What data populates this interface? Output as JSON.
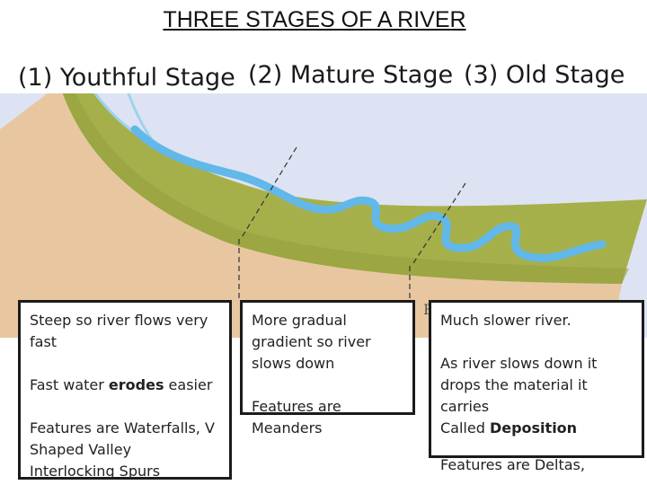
{
  "title": "THREE STAGES OF A RIVER",
  "stages": [
    {
      "label": "(1) Youthful Stage"
    },
    {
      "label": "(2) Mature Stage"
    },
    {
      "label": "(3) Old Stage"
    }
  ],
  "colors": {
    "sky": "#dde3f2",
    "land_top": "#a6b04a",
    "land_side": "#e8c7a0",
    "river": "#62b8e8",
    "box_border": "#1b1b1b"
  },
  "boxes": {
    "youthful": {
      "line1": "Steep so river flows very fast",
      "line2_pre": "Fast water ",
      "line2_bold": "erodes",
      "line2_post": " easier",
      "line3": "Features are Waterfalls, V Shaped Valley Interlocking Spurs"
    },
    "mature": {
      "line1": "More gradual gradient so river slows down",
      "line2": "Features are Meanders"
    },
    "old": {
      "line1": "Much slower river.",
      "line2": "As river slows down it drops the material it carries",
      "line3_pre": "Called ",
      "line3_bold": "Deposition",
      "line4": "Features are Deltas,"
    }
  },
  "fragment": "R"
}
